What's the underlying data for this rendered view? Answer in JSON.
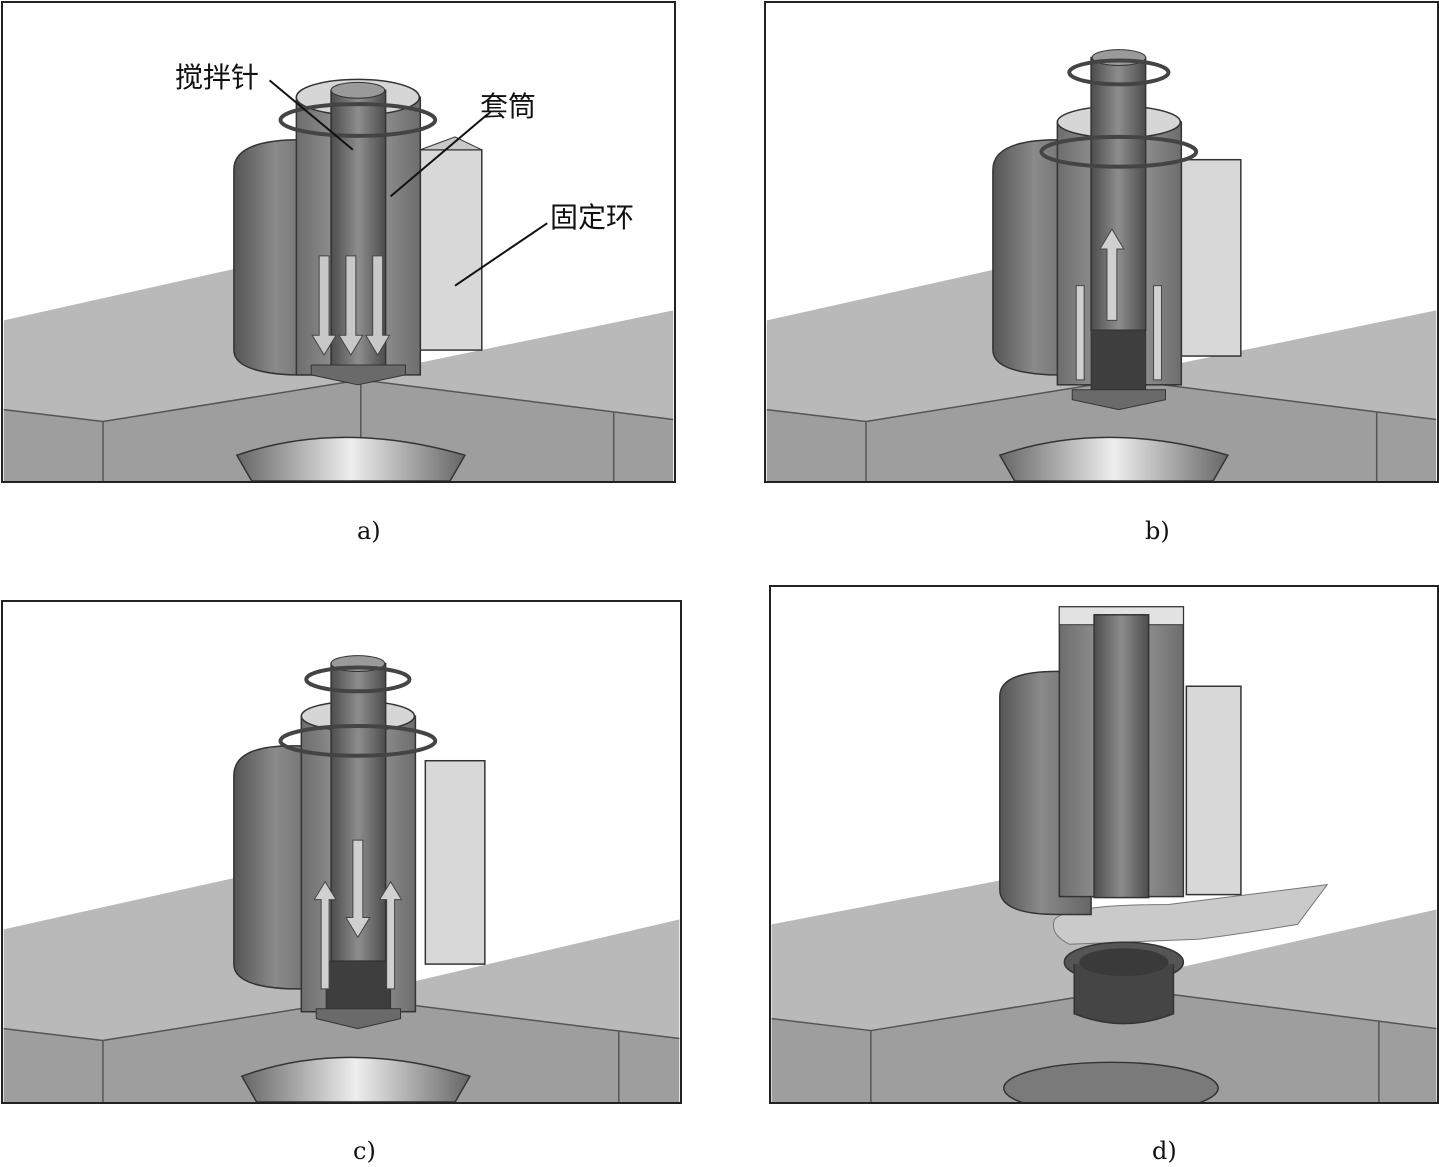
{
  "figure": {
    "captions": [
      "a)",
      "b)",
      "c)",
      "d)"
    ],
    "labels": {
      "pin": "搅拌针",
      "sleeve": "套筒",
      "clamp_ring": "固定环"
    }
  }
}
